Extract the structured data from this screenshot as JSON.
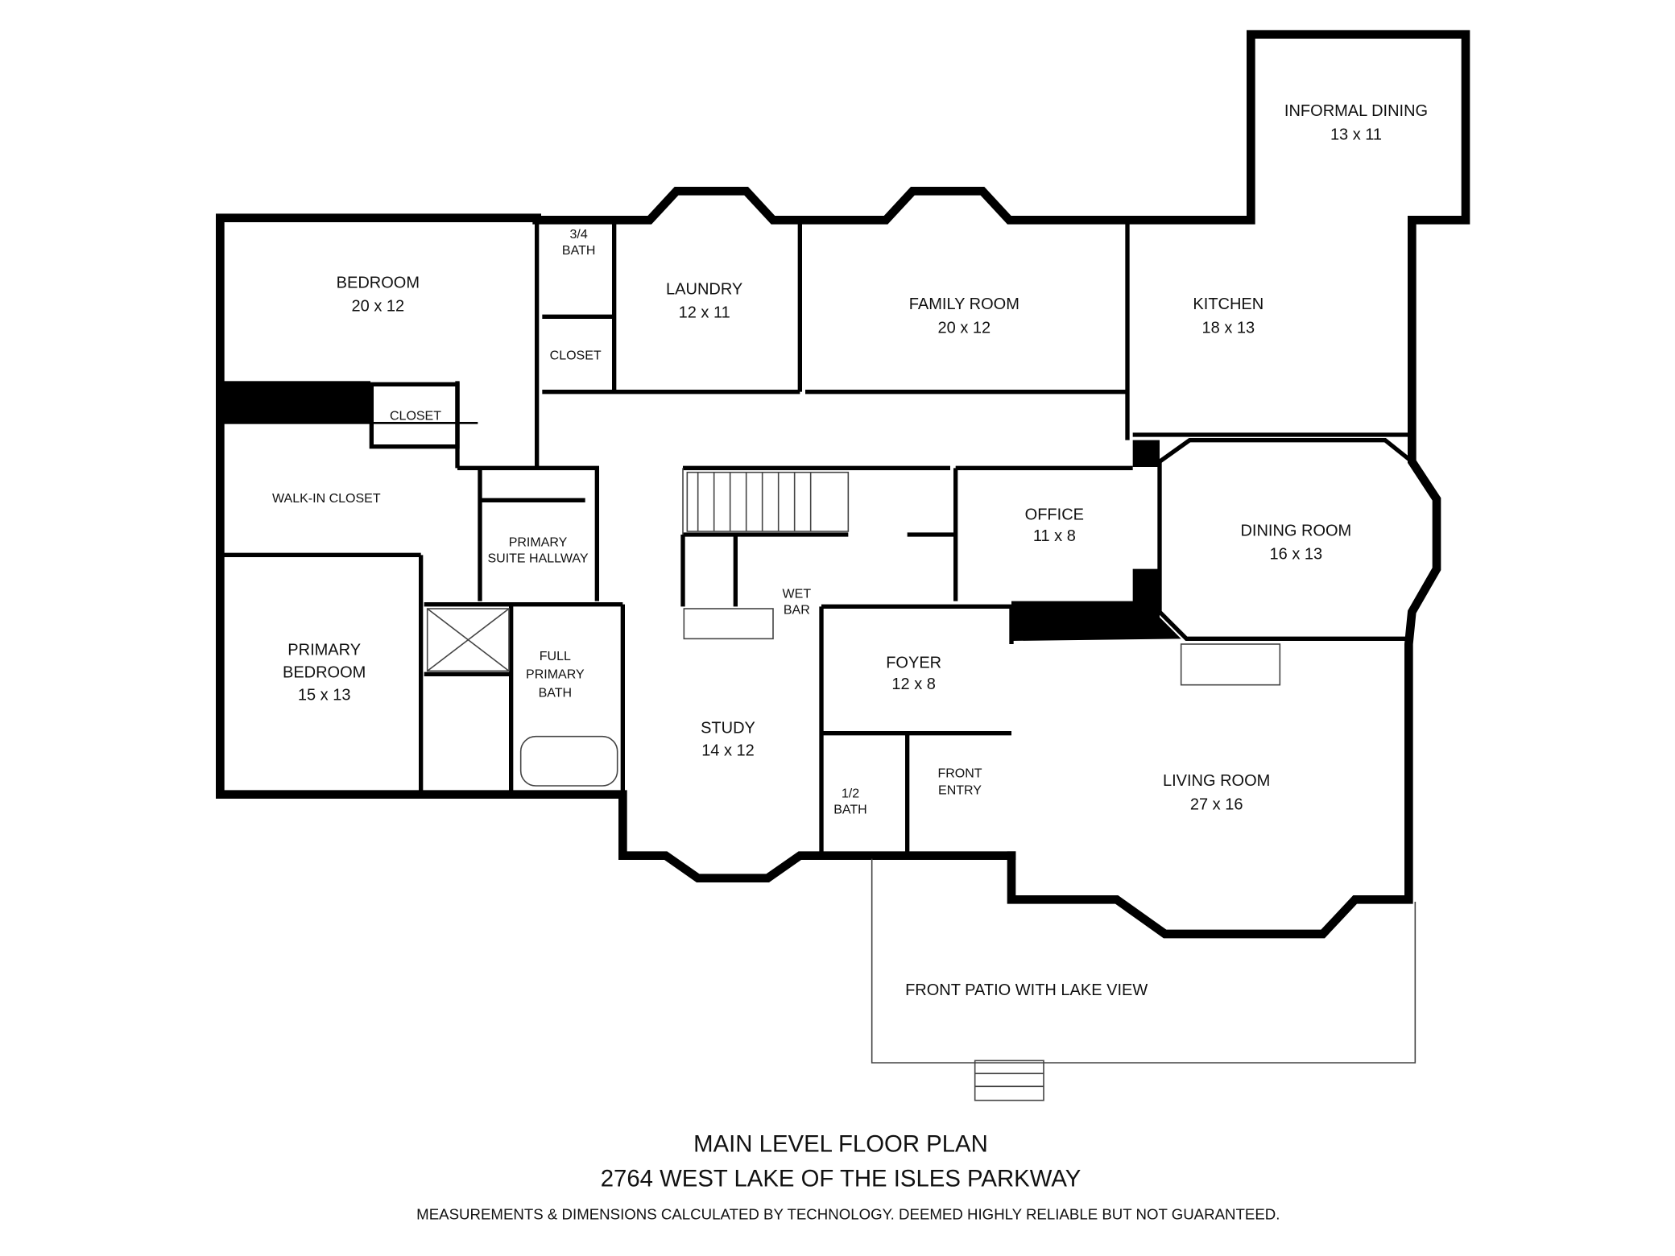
{
  "rooms": {
    "informal_dining": {
      "name": "INFORMAL DINING",
      "dims": "13 x 11"
    },
    "bedroom": {
      "name": "BEDROOM",
      "dims": "20 x 12"
    },
    "three_quarter_bath": {
      "name": "3/4",
      "name2": "BATH"
    },
    "laundry": {
      "name": "LAUNDRY",
      "dims": "12 x 11"
    },
    "family_room": {
      "name": "FAMILY ROOM",
      "dims": "20 x 12"
    },
    "kitchen": {
      "name": "KITCHEN",
      "dims": "18 x 13"
    },
    "closet_1": {
      "name": "CLOSET"
    },
    "closet_2": {
      "name": "CLOSET"
    },
    "walk_in_closet": {
      "name": "WALK-IN CLOSET"
    },
    "primary_suite_hallway": {
      "name": "PRIMARY",
      "name2": "SUITE HALLWAY"
    },
    "office": {
      "name": "OFFICE",
      "dims": "11 x 8"
    },
    "dining_room": {
      "name": "DINING ROOM",
      "dims": "16 x 13"
    },
    "wet_bar": {
      "name": "WET",
      "name2": "BAR"
    },
    "primary_bedroom": {
      "name": "PRIMARY",
      "name2": "BEDROOM",
      "dims": "15 x 13"
    },
    "full_primary_bath": {
      "name": "FULL",
      "name2": "PRIMARY",
      "name3": "BATH"
    },
    "foyer": {
      "name": "FOYER",
      "dims": "12 x 8"
    },
    "study": {
      "name": "STUDY",
      "dims": "14 x 12"
    },
    "half_bath": {
      "name": "1/2",
      "name2": "BATH"
    },
    "front_entry": {
      "name": "FRONT",
      "name2": "ENTRY"
    },
    "living_room": {
      "name": "LIVING ROOM",
      "dims": "27 x 16"
    },
    "front_patio": {
      "name": "FRONT PATIO WITH LAKE VIEW"
    }
  },
  "footer": {
    "title": "MAIN LEVEL FLOOR PLAN",
    "address": "2764 WEST LAKE OF THE ISLES PARKWAY",
    "disclaimer": "MEASUREMENTS & DIMENSIONS CALCULATED BY TECHNOLOGY. DEEMED HIGHLY RELIABLE BUT NOT GUARANTEED."
  }
}
